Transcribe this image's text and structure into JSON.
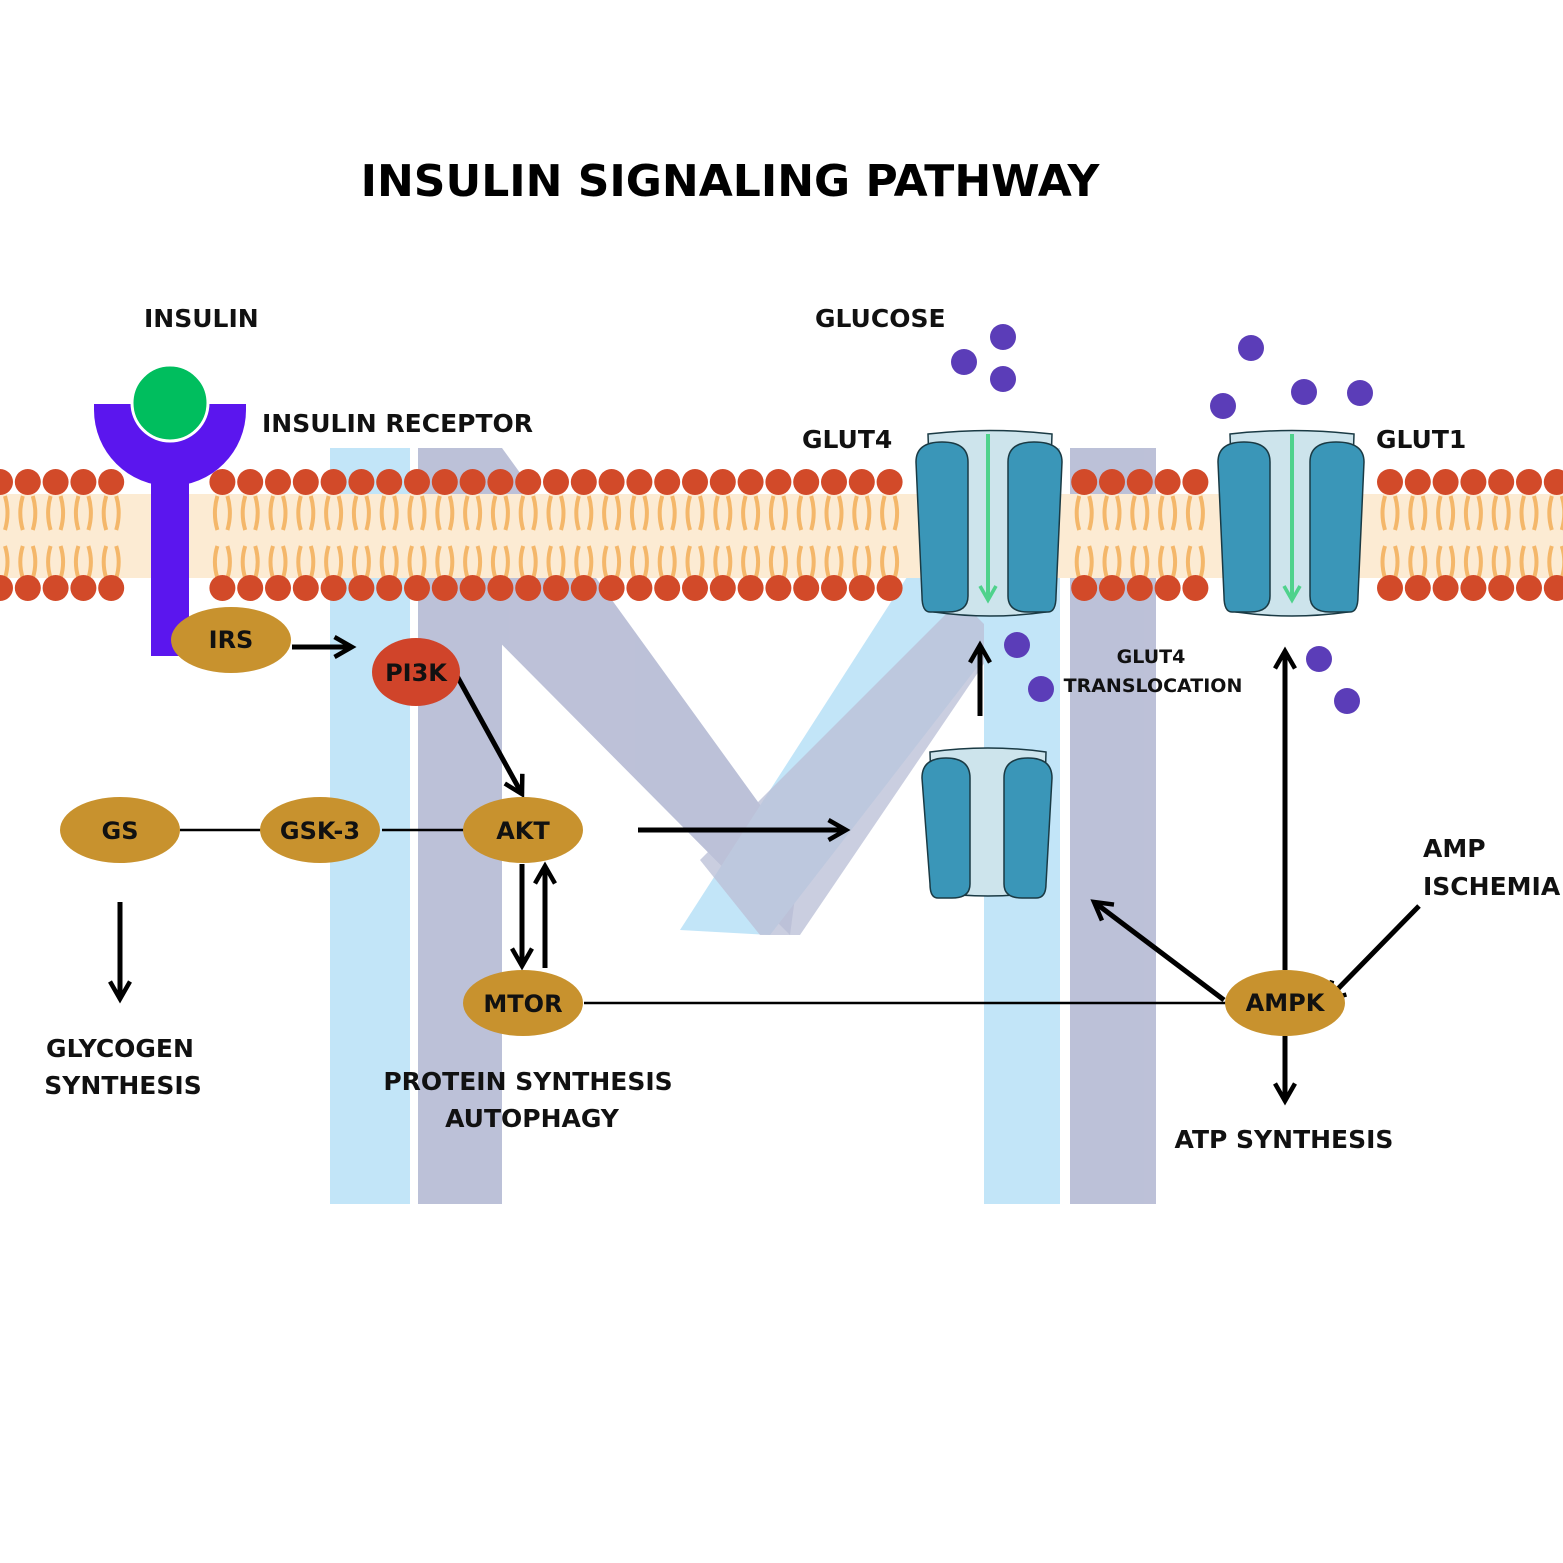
{
  "title": "INSULIN SIGNALING PATHWAY",
  "labels": {
    "insulin": "INSULIN",
    "insulin_receptor": "INSULIN RECEPTOR",
    "glucose": "GLUCOSE",
    "glut4": "GLUT4",
    "glut1": "GLUT1",
    "glut4_translocation_line1": "GLUT4",
    "glut4_translocation_line2": "TRANSLOCATION",
    "glycogen_synthesis_line1": "GLYCOGEN",
    "glycogen_synthesis_line2": "SYNTHESIS",
    "protein_synthesis": "PROTEIN SYNTHESIS",
    "autophagy": "AUTOPHAGY",
    "atp_synthesis": "ATP SYNTHESIS",
    "amp": "AMP",
    "ischemia": "ISCHEMIA"
  },
  "nodes": {
    "irs": "IRS",
    "pi3k": "PI3K",
    "akt": "AKT",
    "gsk3": "GSK-3",
    "gs": "GS",
    "mtor": "MTOR",
    "ampk": "AMPK"
  },
  "colors": {
    "node_gold": "#C8922E",
    "pi3k_red": "#D0442A",
    "receptor_purple": "#5B16EE",
    "insulin_green": "#00BE5E",
    "glucose_purple": "#5B3DB8",
    "transporter_teal": "#3A96B8",
    "channel_light": "#CDE4EC",
    "arrow_green": "#4FD28C",
    "lipid_head": "#D24A29",
    "lipid_tail": "#F4B76A",
    "watermark_blue": "#BFE4F8",
    "watermark_grey": "#B9BED6"
  }
}
